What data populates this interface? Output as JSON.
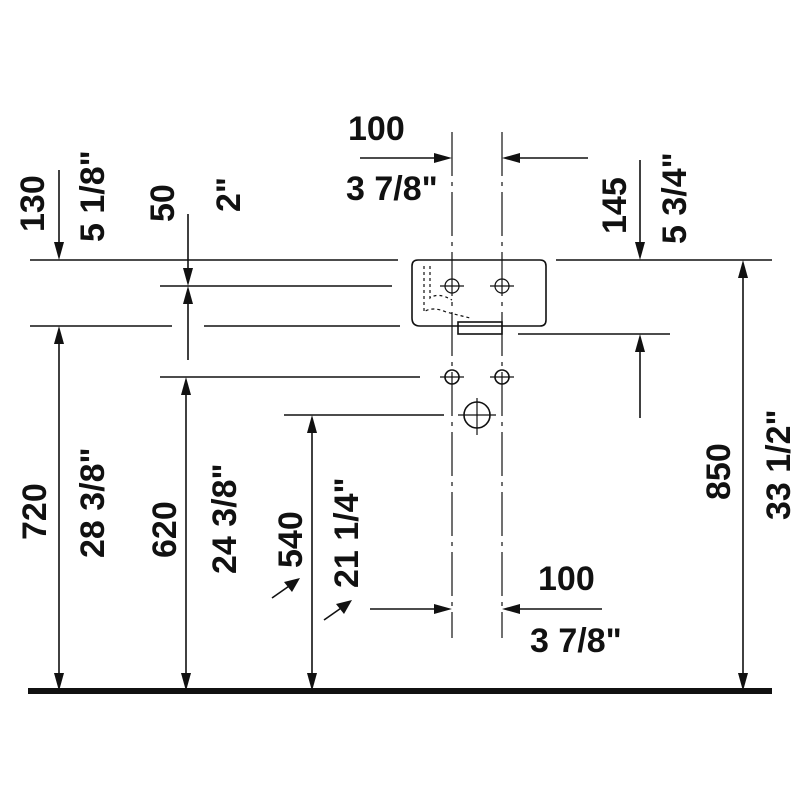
{
  "dimensions": {
    "tap_spacing_top_mm": "100",
    "tap_spacing_top_in": "3 7/8\"",
    "tap_spacing_bottom_mm": "100",
    "tap_spacing_bottom_in": "3 7/8\"",
    "depth_130_mm": "130",
    "depth_130_in": "5 1/8\"",
    "depth_50_mm": "50",
    "depth_50_in": "2\"",
    "depth_145_mm": "145",
    "depth_145_in": "5 3/4\"",
    "height_850_mm": "850",
    "height_850_in": "33 1/2\"",
    "height_720_mm": "720",
    "height_720_in": "28 3/8\"",
    "height_620_mm": "620",
    "height_620_in": "24 3/8\"",
    "height_540_mm": "540",
    "height_540_in": "21 1/4\""
  },
  "colors": {
    "line": "#111111",
    "background": "#ffffff"
  }
}
